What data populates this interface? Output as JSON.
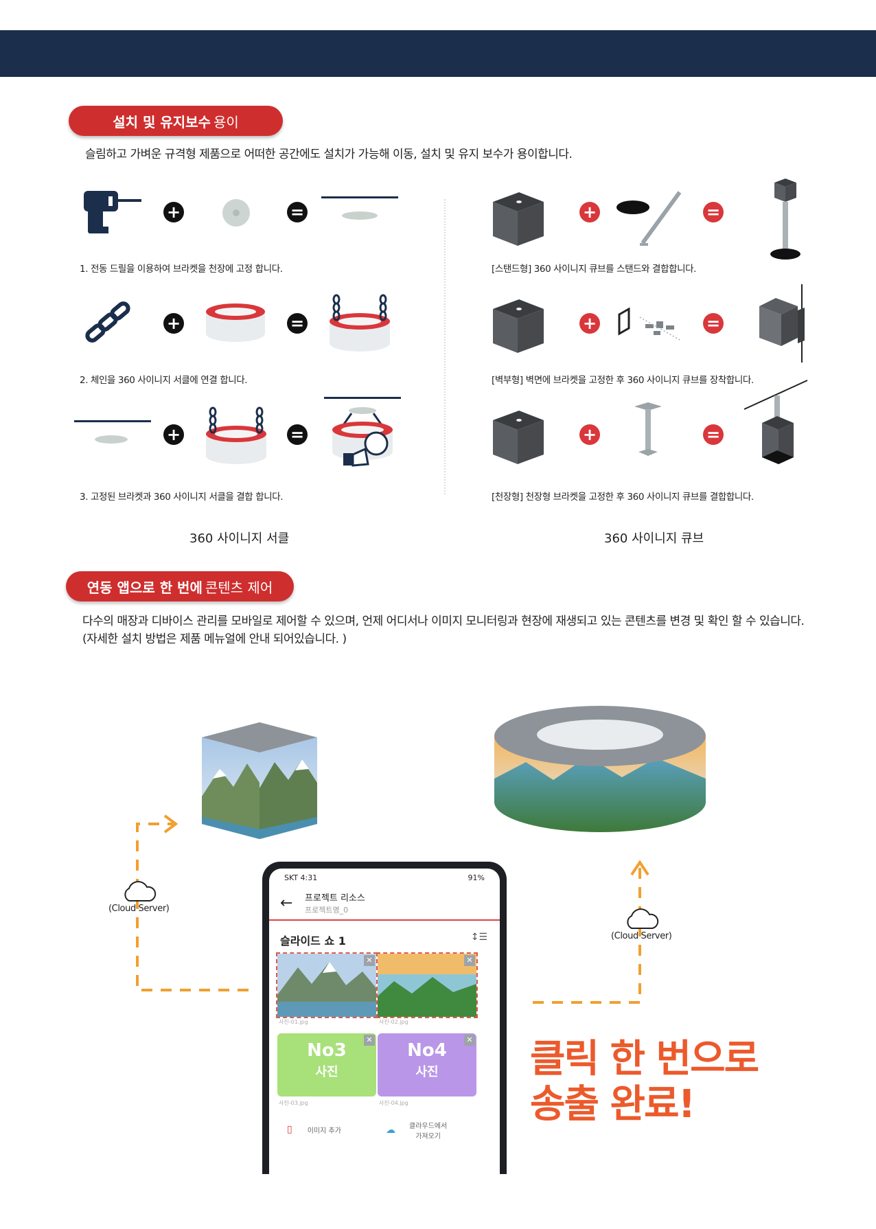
{
  "section1": {
    "title_bold": "설치 및 유지보수",
    "title_light": "용이",
    "description": "슬림하고 가벼운 규격형 제품으로 어떠한 공간에도 설치가 가능해 이동, 설치 및 유지 보수가 용이합니다."
  },
  "circle_steps": [
    "1. 전동 드릴을 이용하여 브라켓을 천장에 고정 합니다.",
    "2. 체인을 360 사이니지 서클에 연결 합니다.",
    "3. 고정된 브라켓과 360 사이니지 서클을 결합 합니다."
  ],
  "cube_steps": [
    "[스탠드형] 360 사이니지 큐브를 스탠드와 결합합니다.",
    "[벽부형] 벽면에 브라켓을 고정한 후 360 사이니지 큐브를 장착합니다.",
    "[천장형] 천장형 브라켓을 고정한 후 360 사이니지 큐브를 결합합니다."
  ],
  "captions": {
    "circle": "360 사이니지 서클",
    "cube": "360 사이니지 큐브"
  },
  "section2": {
    "title_bold": "연동 앱으로 한 번에",
    "title_light": "콘텐츠 제어",
    "description_line1": "다수의 매장과 디바이스 관리를 모바일로 제어할 수 있으며, 언제 어디서나 이미지 모니터링과 현장에 재생되고 있는 콘텐츠를 변경 및 확인 할 수 있습니다.",
    "description_line2": "(자세한 설치 방법은 제품 메뉴얼에 안내 되어있습니다. )"
  },
  "operators": {
    "plus": "+",
    "equals": "="
  },
  "cloud_label": "(Cloud Server)",
  "phone": {
    "status_left": "SKT 4:31",
    "status_right": "91%",
    "app_title": "프로젝트 리소스",
    "app_subtitle": "프로젝트명_0",
    "slide_title": "슬라이드 쇼 1",
    "files": [
      "사진-01.jpg",
      "사진-02.jpg",
      "사진-03.jpg",
      "사진-04.jpg"
    ],
    "tile3": {
      "line1": "No3",
      "line2": "사진",
      "color": "#a8e07a"
    },
    "tile4": {
      "line1": "No4",
      "line2": "사진",
      "color": "#b996e8"
    },
    "add_image": "이미지 추가",
    "from_cloud_line1": "클라우드에서",
    "from_cloud_line2": "가져오기"
  },
  "headline": {
    "line1": "클릭 한 번으로",
    "line2": "송출 완료!"
  },
  "colors": {
    "navy": "#1b2e4b",
    "red": "#cf2e2e",
    "orange": "#f0a030",
    "headline": "#ec5a2c"
  }
}
